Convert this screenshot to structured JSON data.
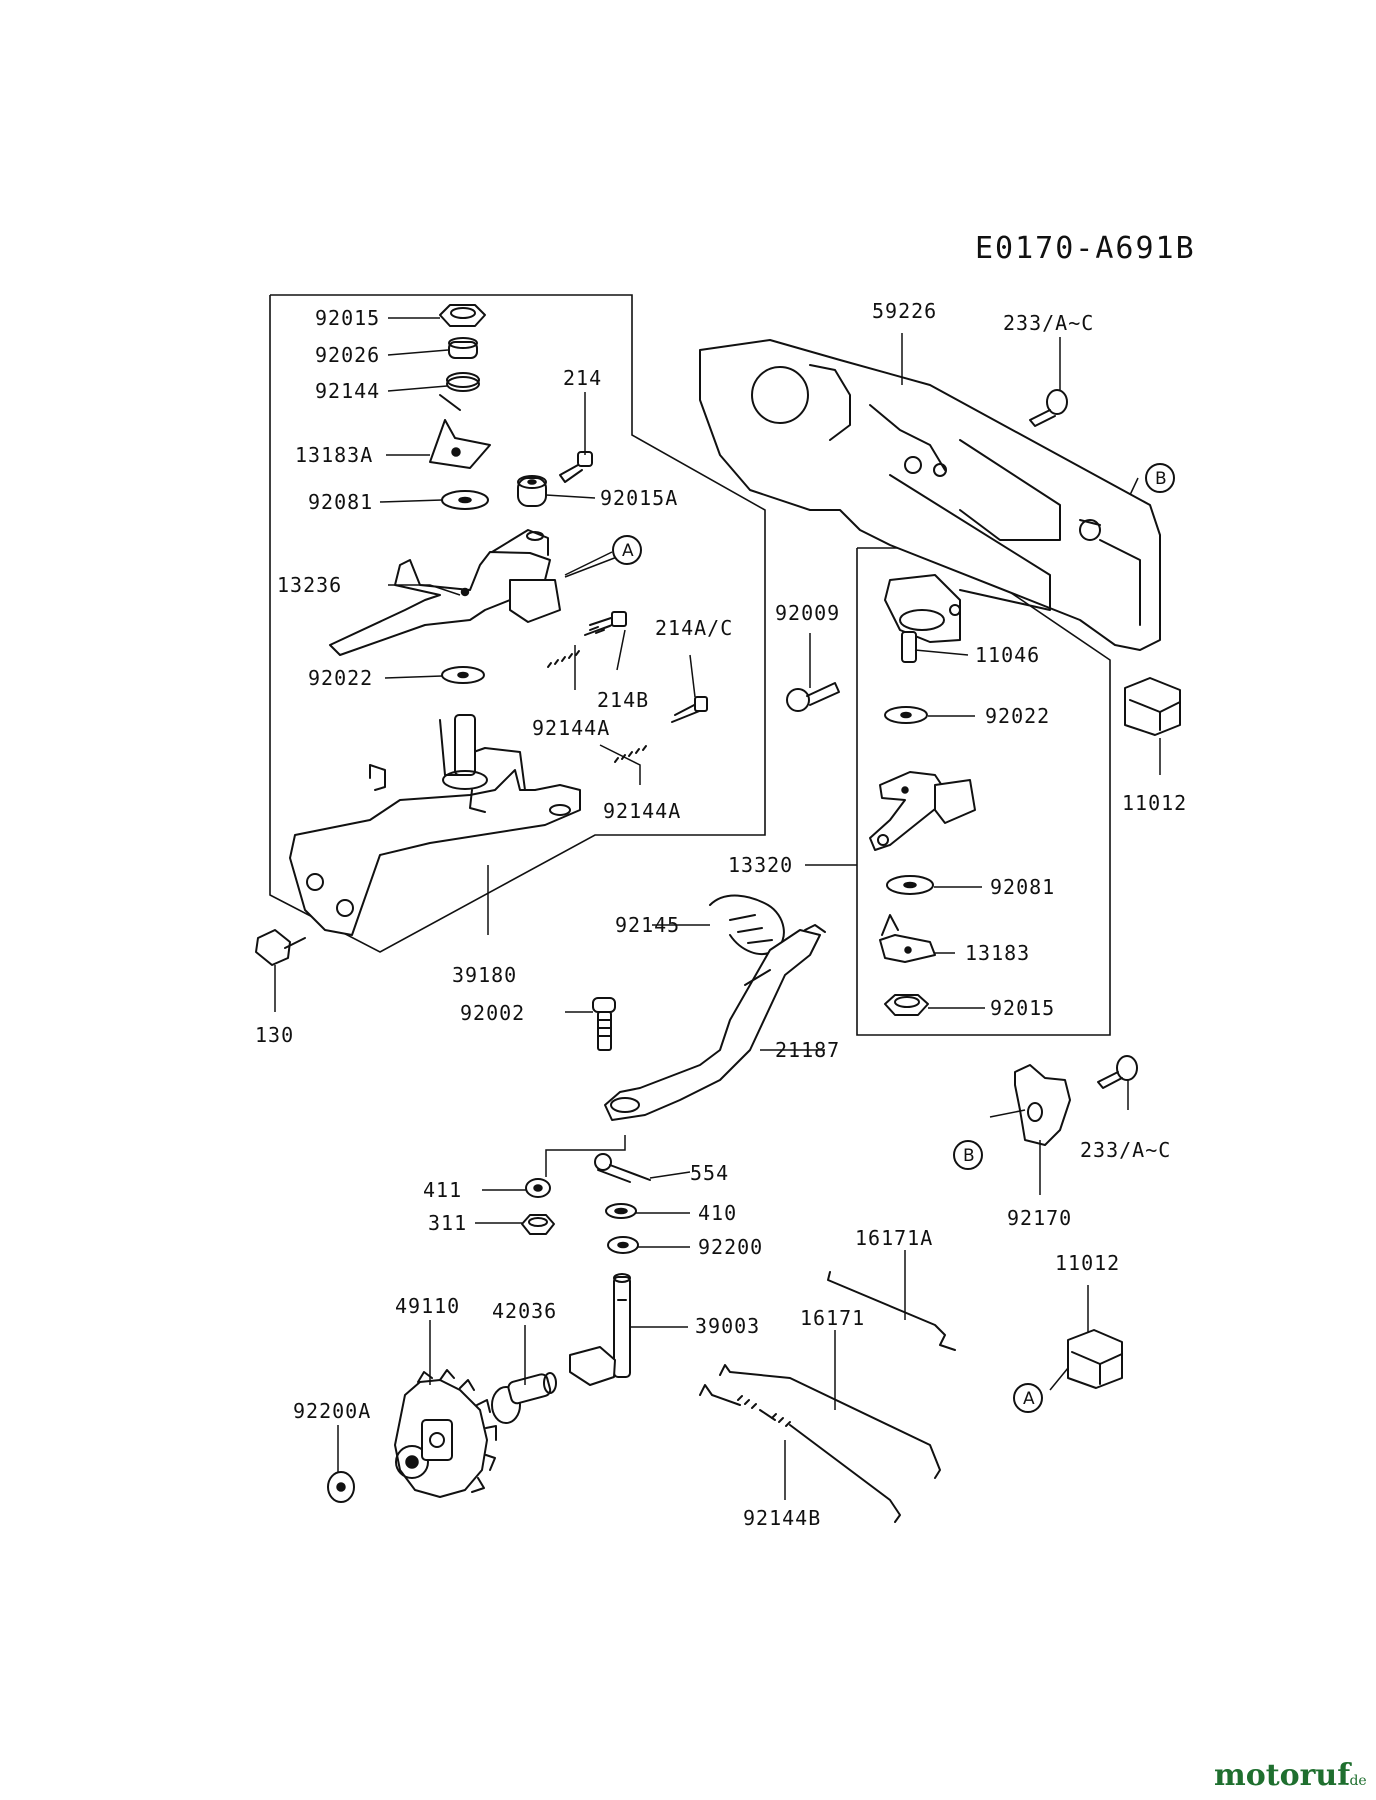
{
  "diagram_code": "E0170-A691B",
  "watermark": {
    "main": "motoruf",
    "suffix": ".de"
  },
  "labels": {
    "l92015_top": "92015",
    "l92026": "92026",
    "l92144": "92144",
    "l214": "214",
    "l13183A": "13183A",
    "l92081_left": "92081",
    "l92015A": "92015A",
    "l13236": "13236",
    "l214AC": "214A/C",
    "l92022_left": "92022",
    "l214B": "214B",
    "l92144A_1": "92144A",
    "l92144A_2": "92144A",
    "l39180": "39180",
    "l130": "130",
    "l59226": "59226",
    "l233AC_top": "233/A~C",
    "l92009": "92009",
    "l11046": "11046",
    "l92022_right": "92022",
    "l11012_right": "11012",
    "l13320": "13320",
    "l92081_right": "92081",
    "l92145": "92145",
    "l13183": "13183",
    "l92015_right": "92015",
    "l92002": "92002",
    "l21187": "21187",
    "l233AC_bottom": "233/A~C",
    "l92170": "92170",
    "l411": "411",
    "l554": "554",
    "l311": "311",
    "l410": "410",
    "l92200": "92200",
    "l16171A": "16171A",
    "l11012_bottom": "11012",
    "l49110": "49110",
    "l42036": "42036",
    "l39003": "39003",
    "l16171": "16171",
    "l92200A": "92200A",
    "l92144B": "92144B"
  },
  "refs": {
    "a1": "A",
    "b1": "B",
    "b2": "B",
    "a2": "A"
  }
}
